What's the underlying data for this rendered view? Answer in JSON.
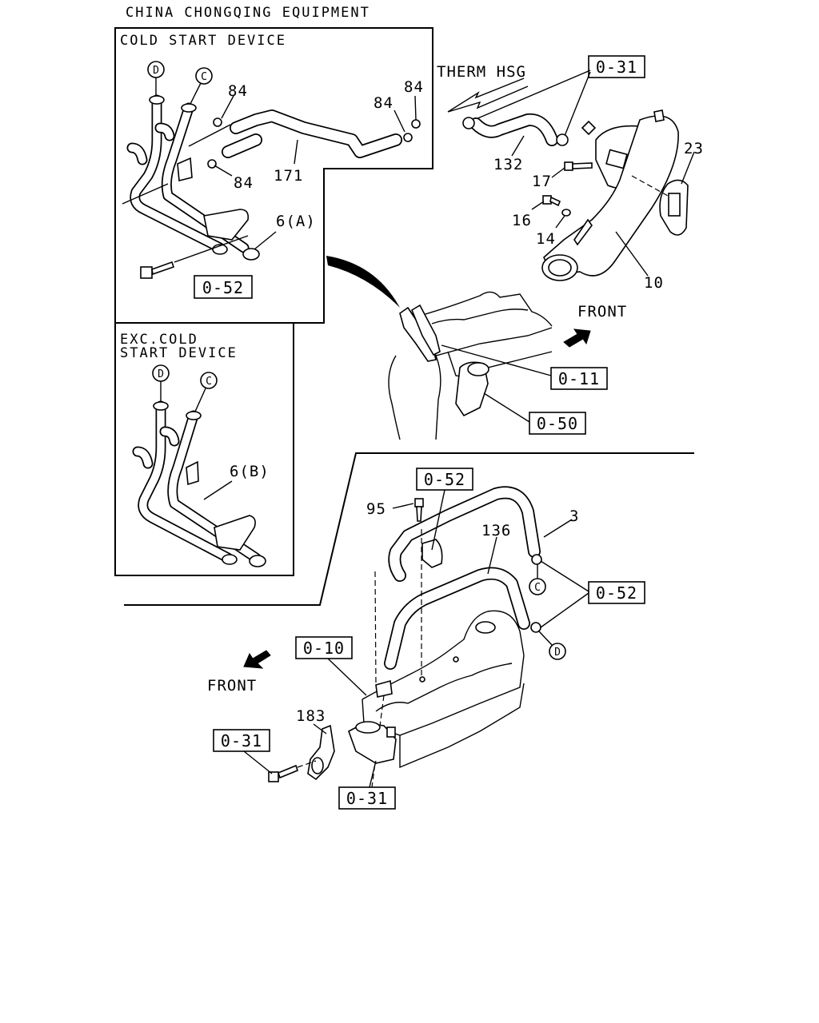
{
  "header": {
    "title": "CHINA CHONGQING EQUIPMENT"
  },
  "boxes": {
    "cold_start": "COLD START DEVICE",
    "exc_cold_start": [
      "EXC.COLD",
      "START DEVICE"
    ]
  },
  "annotations": {
    "therm_hsg": "THERM HSG"
  },
  "part_numbers": {
    "p84": "84",
    "p171": "171",
    "p6a": "6(A)",
    "p6b": "6(B)",
    "p132": "132",
    "p23": "23",
    "p17": "17",
    "p16": "16",
    "p14": "14",
    "p10": "10",
    "p95": "95",
    "p3": "3",
    "p136": "136",
    "p183": "183"
  },
  "references": {
    "r031": "0-31",
    "r052": "0-52",
    "r011": "0-11",
    "r050": "0-50",
    "r010": "0-10"
  },
  "connector_marks": {
    "c": "C",
    "d": "D"
  },
  "directions": {
    "front": "FRONT"
  },
  "colors": {
    "line": "#000000",
    "background": "#ffffff"
  }
}
